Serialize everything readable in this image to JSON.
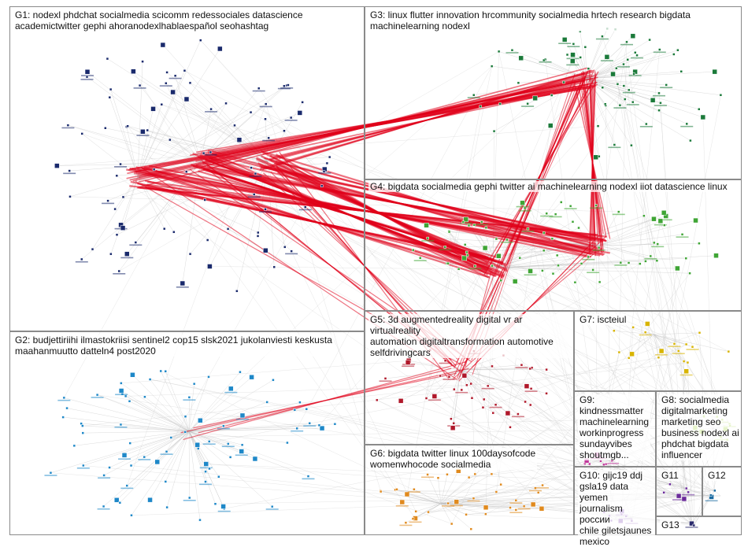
{
  "diagram": {
    "kind": "network-graph",
    "edge_color": "#e0001a",
    "light_edge_color": "#bdbdbd",
    "groups": [
      {
        "id": "G1",
        "label": "G1: nodexl phdchat socialmedia scicomm redessociales datascience\nacademictwitter gephi ahoranodexlhablaespañol seohashtag",
        "node_color": "#1a2a6c",
        "node_count": 90
      },
      {
        "id": "G2",
        "label": "G2: budjettiriihi ilmastokriisi sentinel2 cop15 slsk2021 jukolanviesti keskusta\nmaahanmuutto datteln4 post2020",
        "node_color": "#1e88c8",
        "node_count": 80
      },
      {
        "id": "G3",
        "label": "G3: linux flutter innovation hrcommunity socialmedia hrtech research bigdata\nmachinelearning nodexl",
        "node_color": "#1b7a3a",
        "node_count": 70
      },
      {
        "id": "G4",
        "label": "G4: bigdata socialmedia gephi twitter ai machinelearning nodexl iiot datascience linux",
        "node_color": "#3fa535",
        "node_count": 75
      },
      {
        "id": "G5",
        "label": "G5: 3d augmentedreality digital vr ar virtualreality\nautomation digitaltransformation automotive\nselfdrivingcars",
        "node_color": "#b0182a",
        "node_count": 40
      },
      {
        "id": "G6",
        "label": "G6: bigdata twitter linux 100daysofcode\nwomenwhocode socialmedia",
        "node_color": "#e08a1e",
        "node_count": 38
      },
      {
        "id": "G7",
        "label": "G7: iscteiul",
        "node_color": "#d8b400",
        "node_count": 18
      },
      {
        "id": "G8",
        "label": "G8: socialmedia\ndigitalmarketing\nmarketing seo\nbusiness nodexl ai\nphdchat bigdata\ninfluencer",
        "node_color": "#9acd32",
        "node_count": 12
      },
      {
        "id": "G9",
        "label": "G9:\nkindnessmatter\nmachinelearning\nworkinprogress\nsundayvibes\nshoutmgb...",
        "node_color": "#c0389a",
        "node_count": 10
      },
      {
        "id": "G10",
        "label": "G10: gijc19 ddj\ngsla19 data yemen\njournalism россии\nchile giletsjaunes\nmexico",
        "node_color": "#7a3fb0",
        "node_count": 8
      },
      {
        "id": "G11",
        "label": "G11",
        "node_color": "#6a2a9a",
        "node_count": 6
      },
      {
        "id": "G12",
        "label": "G12",
        "node_color": "#1a6aa0",
        "node_count": 3
      },
      {
        "id": "G13",
        "label": "G13",
        "node_color": "#2a2a6c",
        "node_count": 2
      }
    ]
  }
}
